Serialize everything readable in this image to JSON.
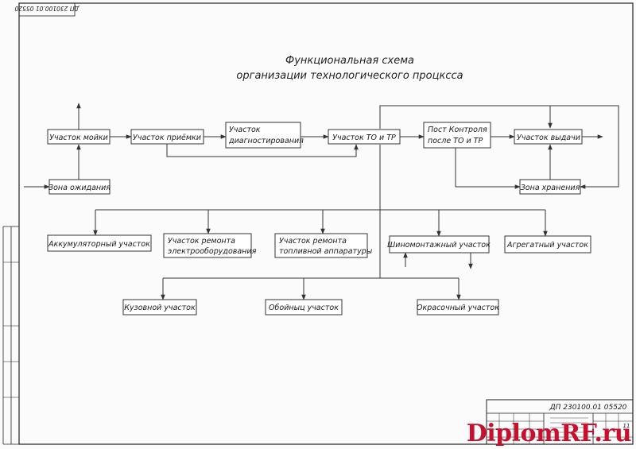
{
  "stamp_top": "ДП 230100.01 05520",
  "title": [
    "Функциональная схема",
    "организации технологического процксса"
  ],
  "blocks": {
    "moyka": "Участок мойки",
    "ozhidanie": "Зона ожидания",
    "priemka": "Участок приёмки",
    "diagnost": [
      "Участок",
      "диагностирования"
    ],
    "to_tr": "Участок ТО и ТР",
    "post_kontrol": [
      "Пост Контроля",
      "после ТО и ТР"
    ],
    "vydacha": "Участок выдачи",
    "hranenie": "Зона хранения",
    "akkum": "Аккумуляторный участок",
    "elektro": [
      "Участок ремонта",
      "электрооборудования"
    ],
    "toplivo": [
      "Участок ремонта",
      "топливной аппаратуры"
    ],
    "shino": "Шиномонтажный участок",
    "agregat": "Агрегатный участок",
    "kuzov": "Кузовной участок",
    "oboyn": "Обойныц участок",
    "okras": "Окрасочный участок"
  },
  "titleblock": {
    "code": "ДП 230100.01 05520",
    "sheet": "11"
  },
  "watermark": "DiplomRF.ru"
}
